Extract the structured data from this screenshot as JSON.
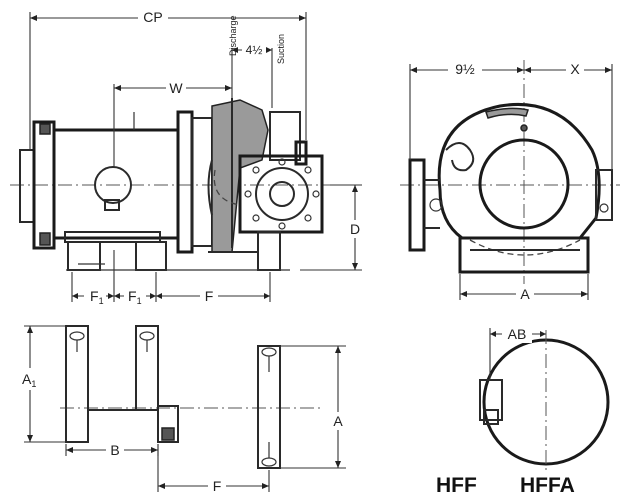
{
  "labels": {
    "cp": "CP",
    "w": "W",
    "discharge": "Discharge",
    "suction": "Suction",
    "four_half": "4½",
    "nine_half": "9½",
    "x": "X",
    "d": "D",
    "a_side": "A",
    "a_plan": "A",
    "a1": "A",
    "a1_sub": "1",
    "b": "B",
    "f": "F",
    "f_plan": "F",
    "f1_first": "F",
    "f1_second": "F",
    "f1_sub": "1",
    "ab": "AB"
  },
  "models": {
    "hff": "HFF",
    "hffa": "HFFA"
  },
  "colors": {
    "line": "#2a2a2a",
    "shade": "#9a9a9a",
    "background": "#ffffff"
  }
}
